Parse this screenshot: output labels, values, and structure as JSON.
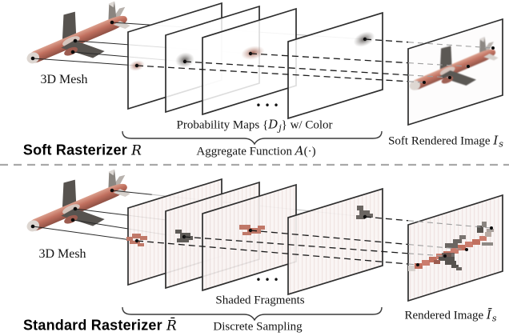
{
  "colors": {
    "fuselage": "#c1705f",
    "fuselage_light": "#dca08e",
    "fuselage_dark": "#8e5044",
    "wing_dark": "#57534f",
    "wing_mid": "#6b6662",
    "nose_white": "#ddd6d1",
    "engine": "#9c5c50",
    "plane_border": "#2e2e2e",
    "divider_gray": "#a9a9a9",
    "line_black": "#1a1a1a",
    "blob_red": "#9e5847",
    "blob_gray": "#4e4a48"
  },
  "top": {
    "section_label": "Soft Rasterizer",
    "section_symbol": "R",
    "mesh_label": "3D Mesh",
    "maps_prefix": "Probability Maps {",
    "maps_symbol": "D",
    "maps_subscript": "j",
    "maps_suffix": "} w/ Color",
    "aggregate_prefix": "Aggregate Function ",
    "aggregate_symbol": "A",
    "aggregate_suffix": "(·)",
    "ellipsis": "•••",
    "output_label": "Soft Rendered Image ",
    "output_symbol": "I",
    "output_subscript": "s"
  },
  "bottom": {
    "section_label": "Standard Rasterizer",
    "section_symbol": "R̄",
    "mesh_label": "3D Mesh",
    "fragments_label": "Shaded Fragments",
    "sampling_label": "Discrete Sampling",
    "ellipsis": "•••",
    "output_label": "Rendered Image ",
    "output_symbol": "Ī",
    "output_subscript": "s"
  }
}
